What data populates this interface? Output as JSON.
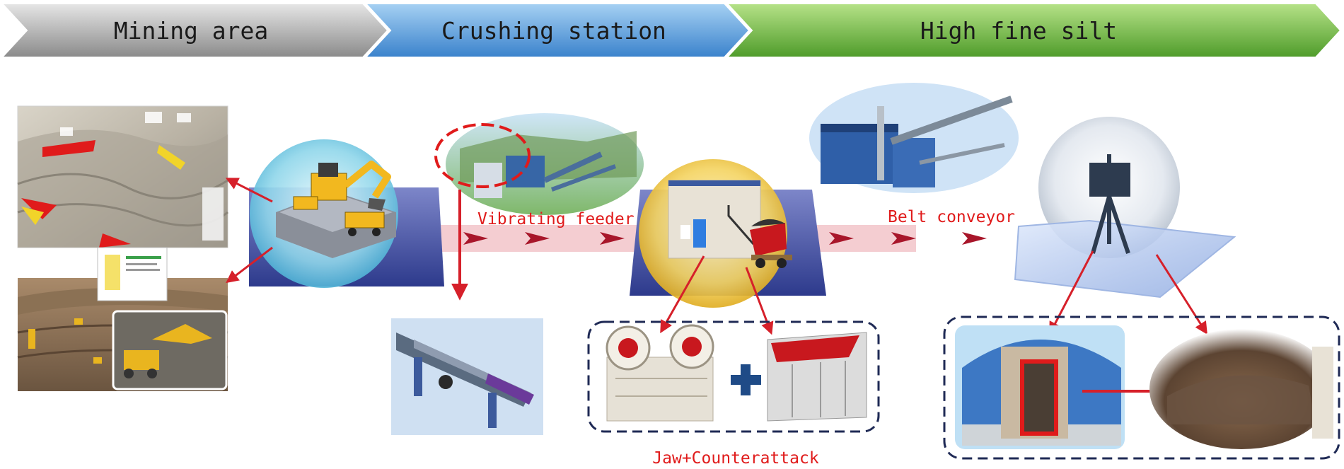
{
  "stages": [
    {
      "label": "Mining area",
      "color_top": "#d9d9d9",
      "color_bottom": "#8c8c8c"
    },
    {
      "label": "Crushing station",
      "color_top": "#8fc3ee",
      "color_bottom": "#3d86cf"
    },
    {
      "label": "High fine silt",
      "color_top": "#a8db7a",
      "color_bottom": "#58a52f"
    }
  ],
  "labels": {
    "vibrating_feeder": "Vibrating feeder",
    "belt_conveyor": "Belt conveyor",
    "jaw_counterattack": "Jaw+Counterattack"
  },
  "colors": {
    "arrow_red": "#d6202a",
    "label_red": "#e01b1b",
    "conveyor_pink": "#f3c8cc",
    "dashed_navy": "#1f2a55"
  }
}
